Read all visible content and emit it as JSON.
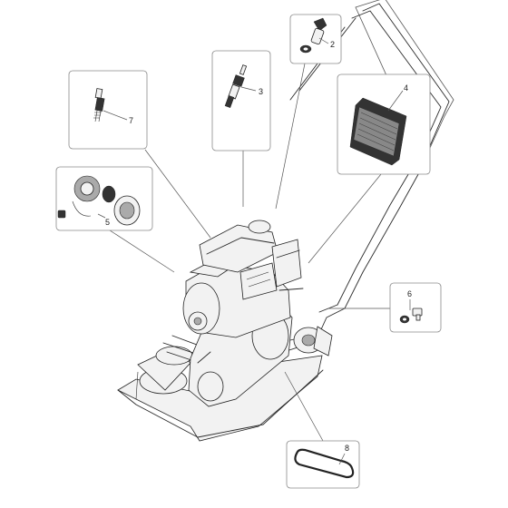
{
  "callouts": [
    {
      "id": "1",
      "label": "2"
    },
    {
      "id": "2",
      "label": "3"
    },
    {
      "id": "3",
      "label": "4"
    },
    {
      "id": "4",
      "label": "7"
    },
    {
      "id": "5",
      "label": "5"
    },
    {
      "id": "6",
      "label": "6"
    },
    {
      "id": "7",
      "label": "8"
    }
  ],
  "parts": {
    "p2": "filler-cap-icon",
    "p3": "spark-plug-icon",
    "p4": "air-filter-element-icon",
    "p7": "plug-bolt-icon",
    "p5": "recoil-starter-icon",
    "p6": "drain-bolt-washer-icon",
    "p8": "v-belt-icon"
  }
}
